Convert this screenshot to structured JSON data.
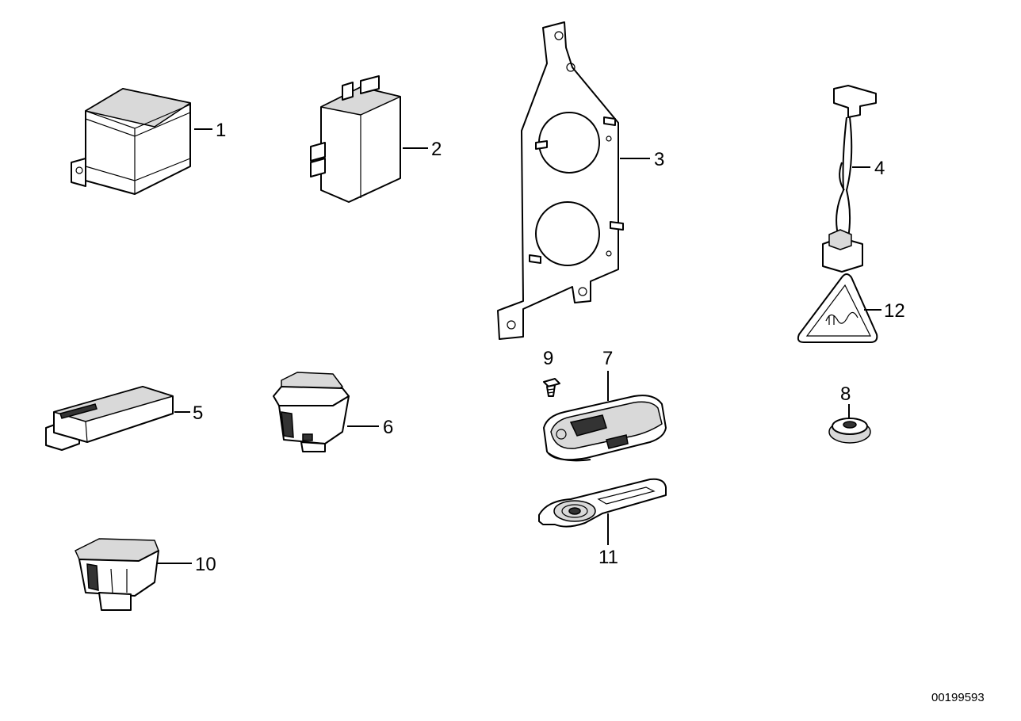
{
  "callouts": {
    "c1": "1",
    "c2": "2",
    "c3": "3",
    "c4": "4",
    "c5": "5",
    "c6": "6",
    "c7": "7",
    "c8": "8",
    "c9": "9",
    "c10": "10",
    "c11": "11",
    "c12": "12"
  },
  "document_id": "00199593"
}
